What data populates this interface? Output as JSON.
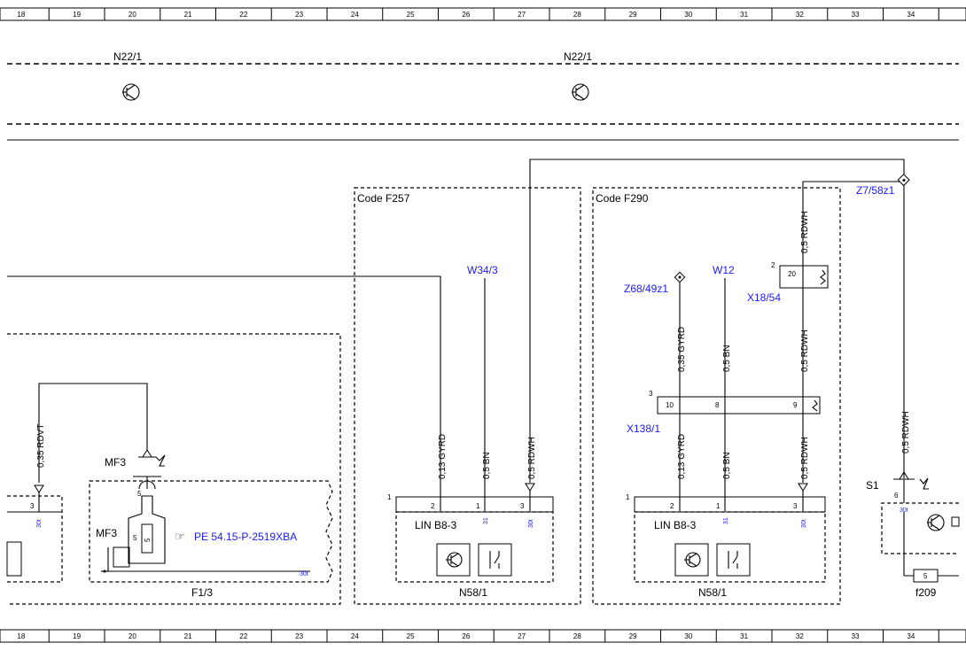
{
  "grid_columns": [
    "18",
    "19",
    "20",
    "21",
    "22",
    "23",
    "24",
    "25",
    "26",
    "27",
    "28",
    "29",
    "30",
    "31",
    "32",
    "33",
    "34"
  ],
  "top": {
    "n22_left": "N22/1",
    "n22_right": "N22/1"
  },
  "left_section": {
    "wire_rdvt": "0,35 RDVT",
    "mf3_top": "MF3",
    "mf3_mid": "MF3",
    "pin5": "5",
    "pin5_fuse": "5",
    "pin3": "3",
    "pin_30_left": "30t",
    "pin_30_fuse": "30t",
    "ref_link": "PE 54.15-P-2519XBA",
    "link_glyph": "☞",
    "f13": "F1/3"
  },
  "code_f257": {
    "title": "Code F257",
    "w343": "W34/3",
    "wire_gyrd": "0,13 GYRD",
    "wire_bn": "0,5 BN",
    "wire_rdwh": "0,5 RDWH",
    "conn_num": "1",
    "pins": [
      "2",
      "1",
      "3"
    ],
    "pin_sub_31": "31",
    "pin_sub_30": "30t",
    "lin": "LIN B8-3",
    "module": "N58/1"
  },
  "code_f290": {
    "title": "Code F290",
    "z68": "Z68/49z1",
    "w12": "W12",
    "x18_num": "2",
    "x18_pin": "20",
    "x18_label": "X18/54",
    "wire_rdwh_top": "0,5 RDWH",
    "wire_gyrd_upper": "0,35 GYRD",
    "wire_bn_upper": "0,5 BN",
    "wire_rdwh_mid": "0,5 RDWH",
    "x138_num": "3",
    "x138_pins": [
      "10",
      "8",
      "9"
    ],
    "x138_label": "X138/1",
    "wire_gyrd_lower": "0,13 GYRD",
    "wire_bn_lower": "0,5 BN",
    "wire_rdwh_lower": "0,5 RDWH",
    "conn_num": "1",
    "pins": [
      "2",
      "1",
      "3"
    ],
    "pin_sub_31": "31",
    "pin_sub_30": "30t",
    "lin": "LIN B8-3",
    "module": "N58/1"
  },
  "right_section": {
    "z7": "Z7/58z1",
    "wire_rdwh": "0,5 RDWH",
    "s1": "S1",
    "pin6": "6",
    "pin_30": "30t",
    "fuse_num": "5",
    "f209": "f209"
  }
}
